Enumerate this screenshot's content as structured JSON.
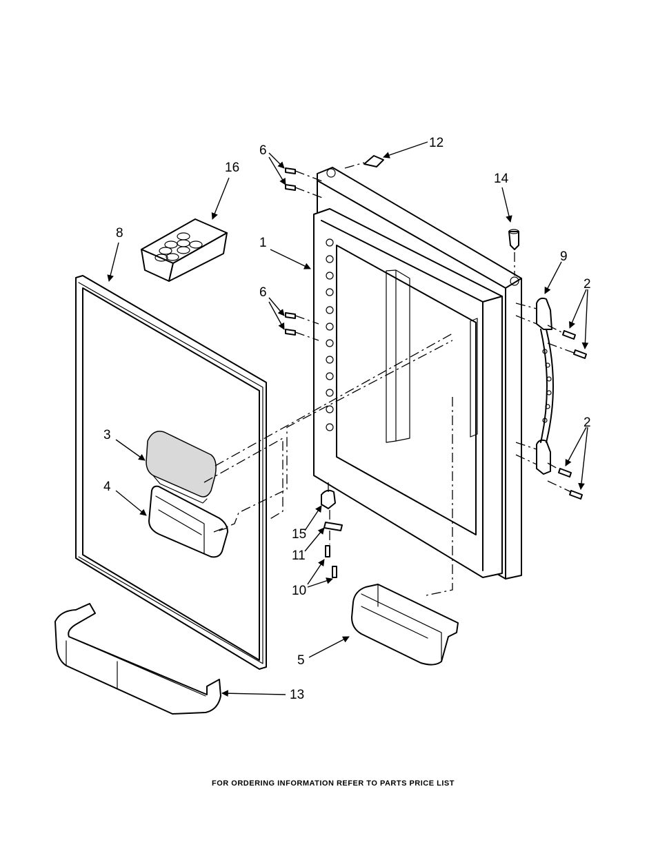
{
  "callouts": {
    "c1": "1",
    "c2a": "2",
    "c2b": "2",
    "c3": "3",
    "c4": "4",
    "c5": "5",
    "c6a": "6",
    "c6b": "6",
    "c8": "8",
    "c9": "9",
    "c10": "10",
    "c11": "11",
    "c12": "12",
    "c13": "13",
    "c14": "14",
    "c15": "15",
    "c16": "16"
  },
  "footer_text": "FOR ORDERING INFORMATION REFER TO PARTS PRICE LIST"
}
